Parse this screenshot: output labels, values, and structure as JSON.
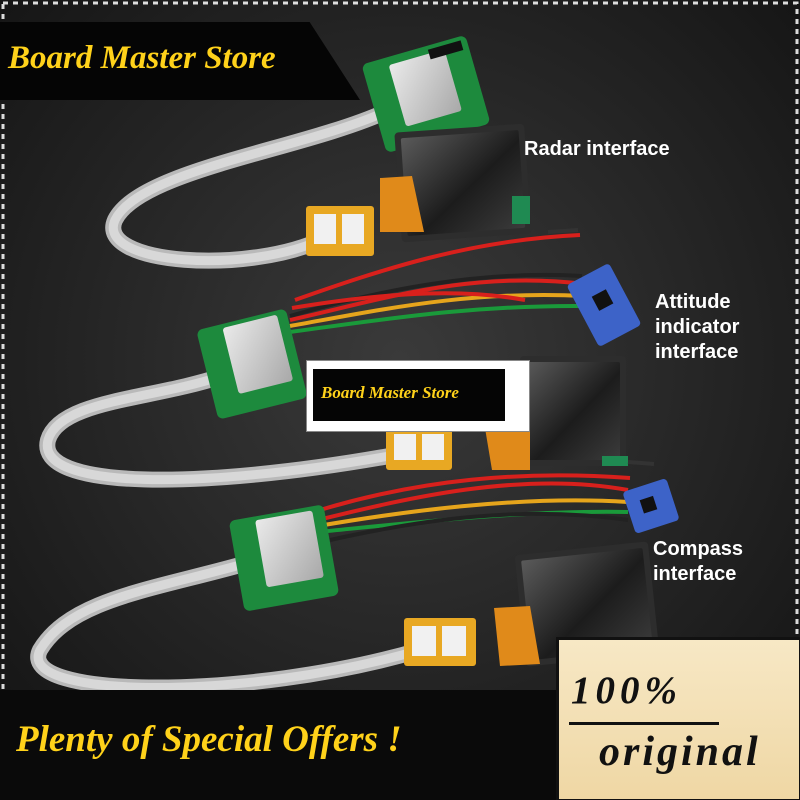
{
  "image": {
    "description_icons": [
      "esp-module-board",
      "round-lcd-display",
      "flat-ribbon-cable",
      "sensor-module",
      "jumper-wires"
    ]
  },
  "branding": {
    "top_banner": "Board Master Store",
    "middle_logo": "Board Master Store"
  },
  "captions": {
    "radar": "Radar interface",
    "attitude": "Attitude\nindicator\ninterface",
    "compass": "Compass\ninterface"
  },
  "promo": {
    "offers": "Plenty of Special  Offers !",
    "badge_line1": "100%",
    "badge_line2": "original"
  },
  "colors": {
    "accent_yellow": "#ffd21a",
    "background": "#1e1e1e",
    "badge_bg": "#f3e0b5",
    "pcb_green": "#1d8a3d",
    "lcd_dark": "#2a2a2a",
    "wire_red": "#d8201c",
    "wire_green": "#1a9a3a",
    "wire_yellow": "#e6a51c",
    "sensor_blue": "#3d63c8"
  }
}
